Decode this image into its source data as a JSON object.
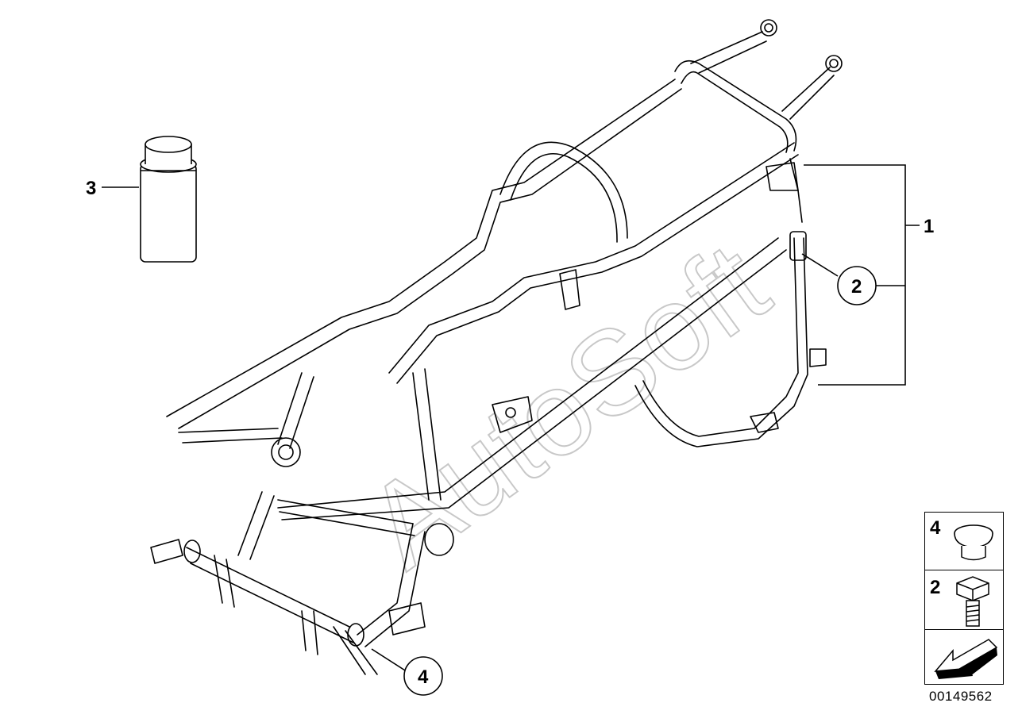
{
  "diagram": {
    "callouts": {
      "frame_assembly": "1",
      "part_circled_2": "2",
      "spray_can": "3",
      "part_circled_4": "4"
    },
    "watermark": "AutoSoft",
    "legend": {
      "items": [
        {
          "num": "4",
          "icon": "cap-nut-icon"
        },
        {
          "num": "2",
          "icon": "hex-bolt-icon"
        },
        {
          "num": "",
          "icon": "arrow-icon"
        }
      ]
    },
    "doc_number": "00149562"
  },
  "colors": {
    "line": "#000000",
    "background": "#ffffff",
    "watermark": "#c8c8c8"
  }
}
